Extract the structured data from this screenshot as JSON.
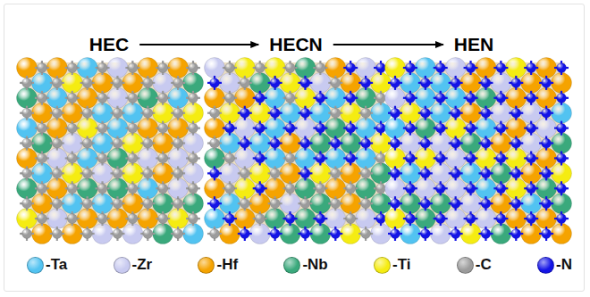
{
  "diagram": {
    "nodes": [
      {
        "text": [
          "HEC"
        ]
      },
      {
        "text": [
          "HECN"
        ]
      },
      {
        "text": [
          "HEN"
        ]
      }
    ],
    "edges": [
      {
        "from": 0,
        "to": 1,
        "arrow": "to"
      },
      {
        "from": 1,
        "to": 2,
        "arrow": "to"
      }
    ],
    "legend": [
      {
        "text": "-Ta",
        "color": "#52c3f1"
      },
      {
        "text": "-Zr",
        "color": "#c8caf0"
      },
      {
        "text": "-Hf",
        "color": "#f5a300"
      },
      {
        "text": "-Nb",
        "color": "#3aa97c"
      },
      {
        "text": "-Ti",
        "color": "#f5ec12"
      },
      {
        "text": "-C",
        "color": "#9b9b9b"
      },
      {
        "text": "-N",
        "color": "#1414e6"
      }
    ]
  }
}
